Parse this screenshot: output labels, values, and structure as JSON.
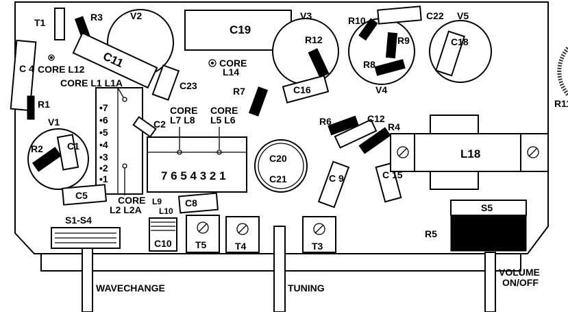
{
  "labels": {
    "t1": "T1",
    "r3": "R3",
    "v2": "V2",
    "c19": "C19",
    "v3": "V3",
    "r10": "R10",
    "c22": "C22",
    "v5": "V5",
    "c4": "C 4",
    "c11": "C11",
    "core_l12": "CORE L12",
    "core_l14_a": "CORE",
    "core_l14_b": "L14",
    "r12": "R12",
    "r9": "R9",
    "c18": "C18",
    "r8": "R8",
    "v4": "V4",
    "core_l1_l1a": "CORE L1 L1A",
    "c23": "C23",
    "r7": "R7",
    "c16": "C16",
    "r1": "R1",
    "r11": "R11",
    "v1": "V1",
    "c2": "C2",
    "core_l7_l8_a": "CORE",
    "core_l7_l8_b": "L7 L8",
    "core_l5_l6_a": "CORE",
    "core_l5_l6_b": "L5 L6",
    "r6": "R6",
    "c12": "C12",
    "r4": "R4",
    "c1": "C1",
    "r2": "R2",
    "c20": "C20",
    "c21": "C21",
    "l18": "L18",
    "c9": "C 9",
    "c15": "C 15",
    "strip_left": [
      "•7",
      "•6",
      "•5",
      "•4",
      "•3",
      "•2",
      "•1"
    ],
    "strip_right": "7 6 5 4 3 2 1",
    "c5": "C5",
    "core_l2_l2a_a": "CORE",
    "core_l2_l2a_b": "L2 L2A",
    "l9": "L9",
    "l10": "L10",
    "c8": "C8",
    "c10": "C10",
    "s1_s4": "S1-S4",
    "t5": "T5",
    "t4": "T4",
    "t3": "T3",
    "s5": "S5",
    "r5": "R5",
    "wavechange": "WAVECHANGE",
    "tuning": "TUNING",
    "volume_a": "VOLUME",
    "volume_b": "ON/OFF"
  }
}
